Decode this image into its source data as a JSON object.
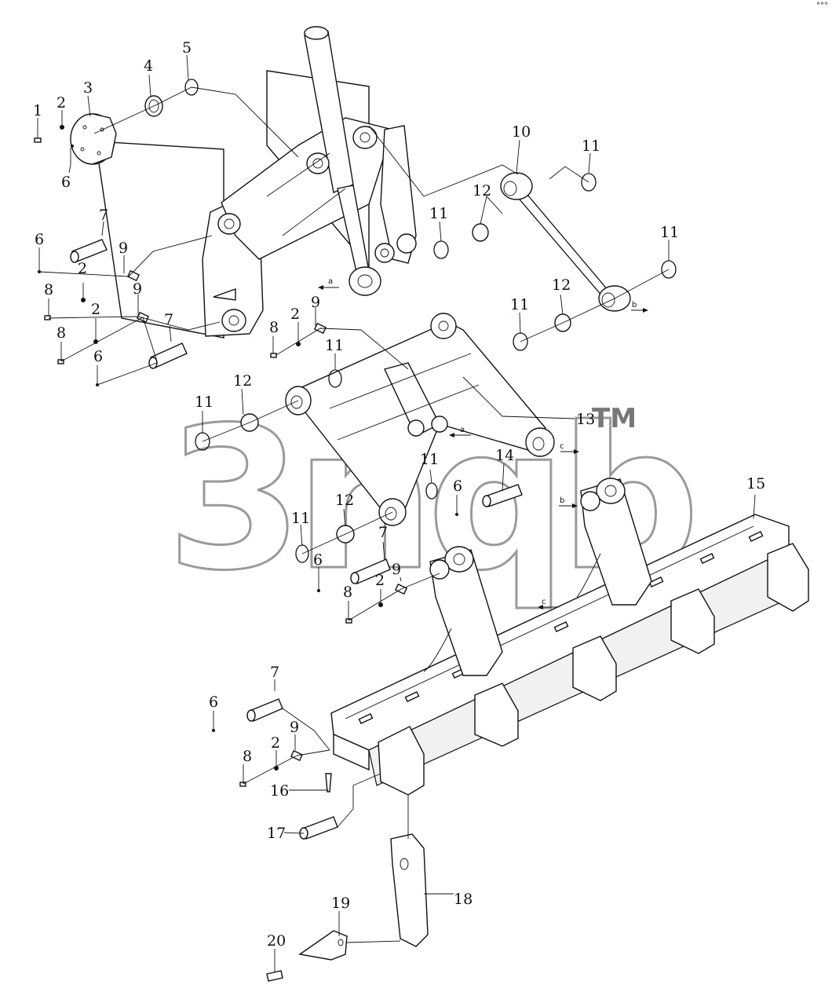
{
  "watermark": {
    "text": "3nqb",
    "trademark": "TM"
  },
  "section_marks": [
    "a",
    "a",
    "b",
    "b",
    "c",
    "c"
  ],
  "callouts": [
    "1",
    "2",
    "3",
    "4",
    "5",
    "6",
    "7",
    "8",
    "9",
    "10",
    "11",
    "12",
    "13",
    "14",
    "15",
    "16",
    "17",
    "18",
    "19",
    "20"
  ],
  "corner_mark": "°°°"
}
